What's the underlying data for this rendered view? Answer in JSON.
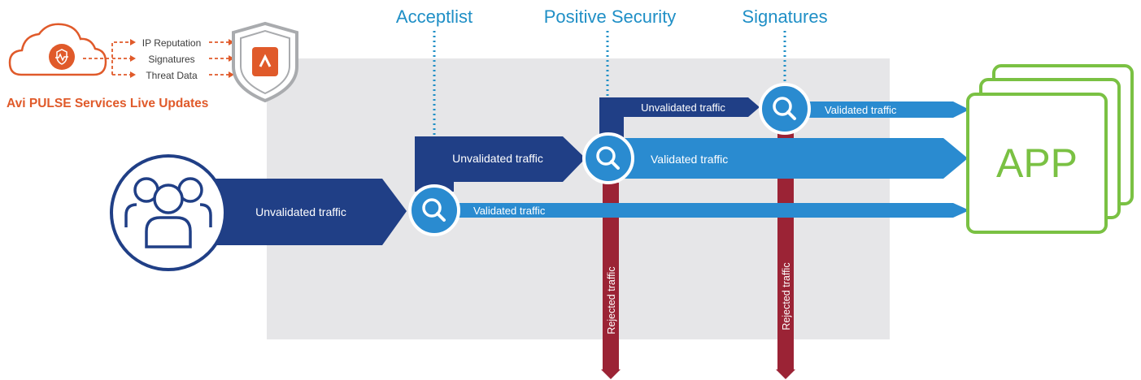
{
  "colors": {
    "navy": "#203f86",
    "blue": "#2a8bd0",
    "cyan": "#1f8fc6",
    "crimson": "#9b2335",
    "orange": "#e05a2a",
    "green": "#7ac143",
    "panel": "#e6e6e8",
    "shield_gray": "#a9abae"
  },
  "pulse": {
    "title": "Avi PULSE Services Live Updates",
    "feeds": [
      "IP Reputation",
      "Signatures",
      "Threat Data"
    ],
    "cloud_icon": "cloud-icon",
    "shield_icon": "shield-icon"
  },
  "stages": {
    "acceptlist": "Acceptlist",
    "positive_security": "Positive Security",
    "signatures": "Signatures"
  },
  "flows": {
    "unvalidated": "Unvalidated traffic",
    "validated": "Validated traffic",
    "rejected": "Rejected traffic"
  },
  "app_label": "APP",
  "icons": {
    "users": "users-icon",
    "inspect": "search-icon"
  }
}
